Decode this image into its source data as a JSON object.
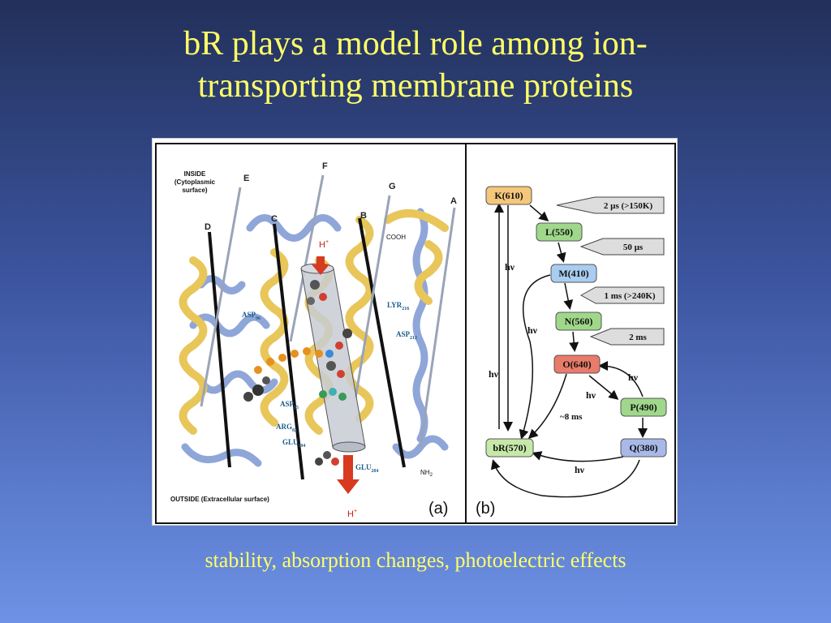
{
  "slide": {
    "title_line1": "bR plays a model role among ion-",
    "title_line2": "transporting membrane proteins",
    "caption": "stability, absorption changes, photoelectric effects"
  },
  "panel_a": {
    "label": "(a)",
    "inside": [
      "INSIDE",
      "(Cytoplasmic",
      "surface)"
    ],
    "outside": "OUTSIDE (Extracellular surface)",
    "helix_labels": [
      "E",
      "F",
      "G",
      "A",
      "D",
      "C",
      "B"
    ],
    "cooh": "COOH",
    "nh2": "NH",
    "nh2_sub": "2",
    "h_plus": "H",
    "h_plus_sup": "+",
    "residues": [
      {
        "name": "ASP",
        "sub": "96"
      },
      {
        "name": "LYR",
        "sub": "216"
      },
      {
        "name": "ASP",
        "sub": "212"
      },
      {
        "name": "ASP",
        "sub": "85"
      },
      {
        "name": "ARG",
        "sub": "82"
      },
      {
        "name": "GLU",
        "sub": "194"
      },
      {
        "name": "GLU",
        "sub": "204"
      }
    ]
  },
  "panel_b": {
    "label": "(b)",
    "states": [
      {
        "name": "K(610)",
        "color": "#f5c77a"
      },
      {
        "name": "L(550)",
        "color": "#9fd88a"
      },
      {
        "name": "M(410)",
        "color": "#a9cdf0"
      },
      {
        "name": "N(560)",
        "color": "#9fd88a"
      },
      {
        "name": "O(640)",
        "color": "#e87b6a"
      },
      {
        "name": "P(490)",
        "color": "#9fd88a"
      },
      {
        "name": "Q(380)",
        "color": "#a8b9e8"
      },
      {
        "name": "bR(570)",
        "color": "#c6e8a8"
      }
    ],
    "times": [
      "2 µs (>150K)",
      "50 µs",
      "1 ms (>240K)",
      "2 ms",
      "~8 ms"
    ],
    "hv": "hν"
  }
}
